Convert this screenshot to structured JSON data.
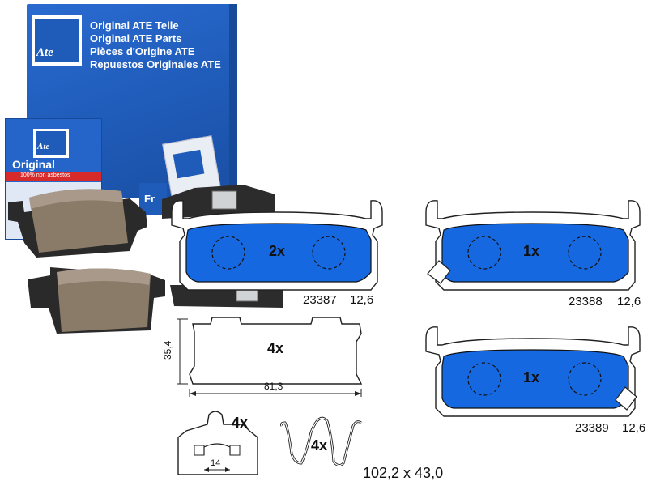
{
  "box": {
    "lines": [
      "Original ATE Teile",
      "Original ATE Parts",
      "Pièces d'Origine ATE",
      "Repuestos Originales ATE"
    ],
    "logo_text": "Ate",
    "small_box_label": "Original",
    "small_box_sub": "100% non asbestos",
    "small_box_logo": "Ate",
    "side_box_text": "Fr",
    "brand_color": "#1f5bb8"
  },
  "pads": {
    "pad_a": {
      "qty": "2x",
      "part": "23387",
      "thickness": "12,6"
    },
    "pad_b": {
      "qty": "1x",
      "part": "23388",
      "thickness": "12,6"
    },
    "pad_c": {
      "qty": "1x",
      "part": "23389",
      "thickness": "12,6"
    },
    "pad_color": "#1668e0"
  },
  "shim": {
    "qty": "4x",
    "height": "35,4",
    "width": "81,3"
  },
  "clip": {
    "qty": "4x",
    "width": "14"
  },
  "spring": {
    "qty": "4x"
  },
  "dimensions": "102,2 x 43,0"
}
